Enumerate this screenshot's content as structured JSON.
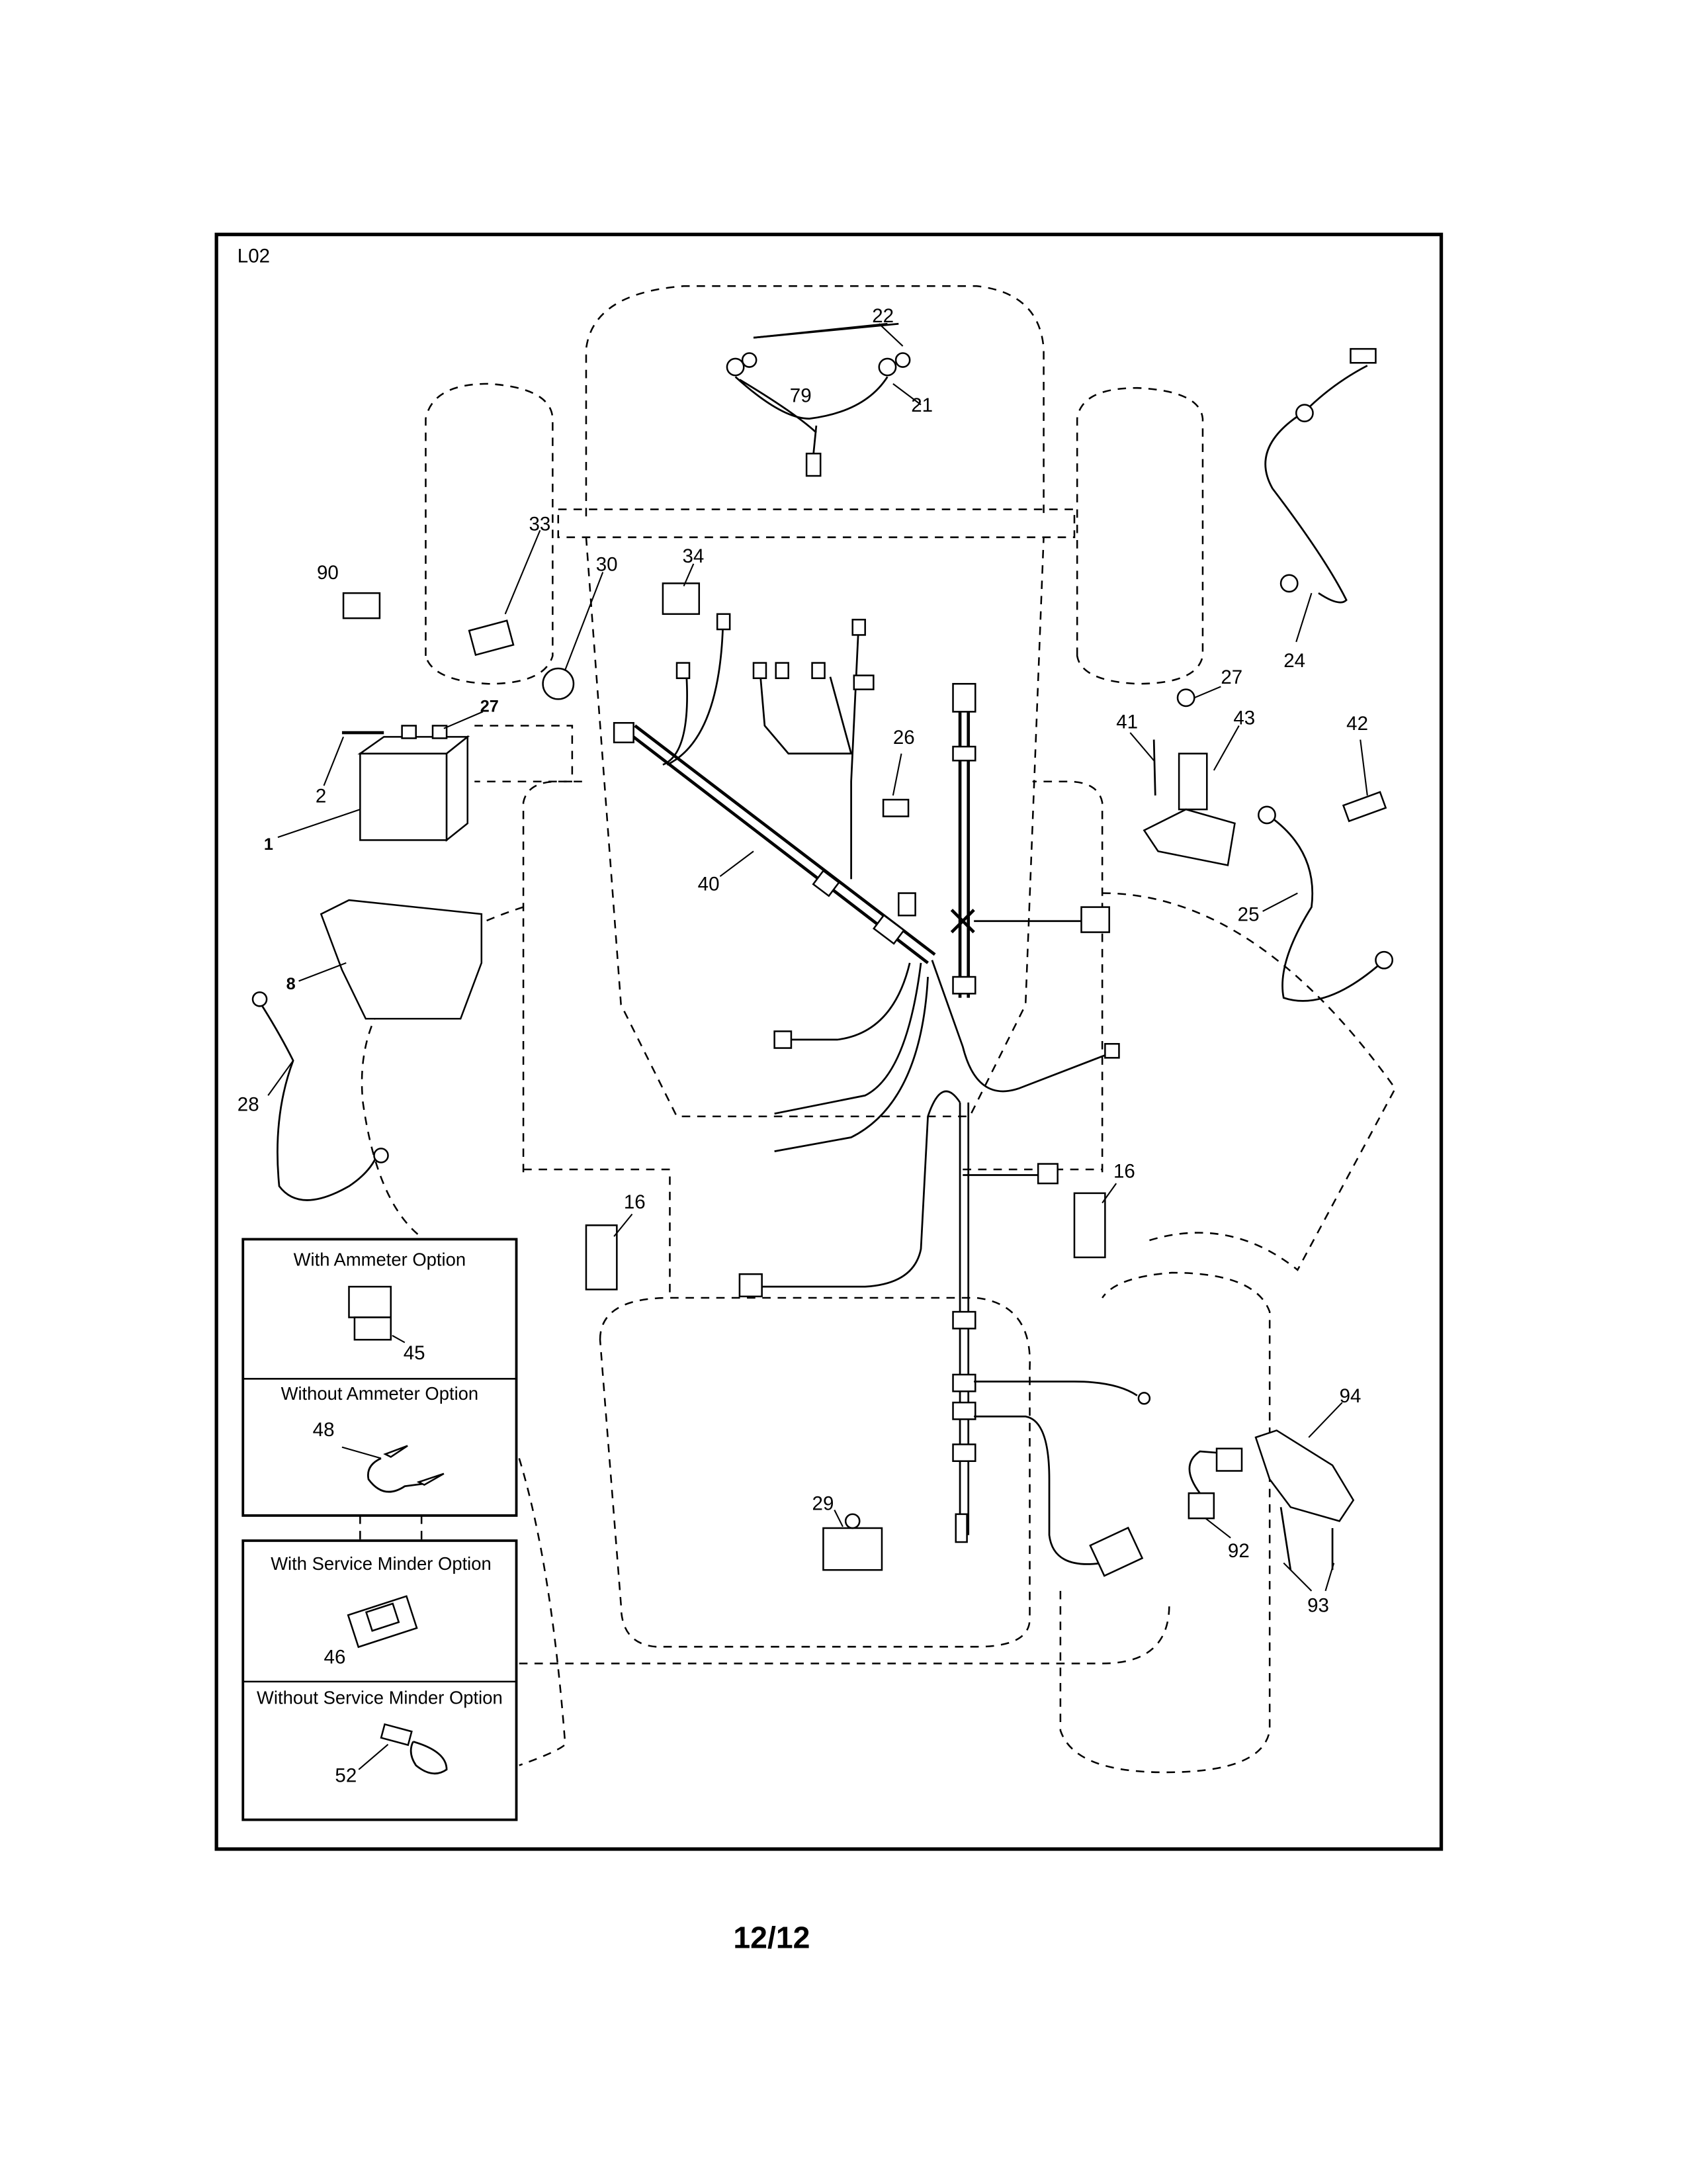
{
  "diagram": {
    "section_code": "L02",
    "page_number": "12/12",
    "callouts": {
      "c22": "22",
      "c79": "79",
      "c21": "21",
      "c33": "33",
      "c30": "30",
      "c34": "34",
      "c90": "90",
      "c27a": "27",
      "c2": "2",
      "c1": "1",
      "c26": "26",
      "c40": "40",
      "c8": "8",
      "c28": "28",
      "c16a": "16",
      "c16b": "16",
      "c24": "24",
      "c27b": "27",
      "c41": "41",
      "c43": "43",
      "c42": "42",
      "c25": "25",
      "c94": "94",
      "c92": "92",
      "c93": "93",
      "c29": "29"
    },
    "options": [
      {
        "title": "With Ammeter Option",
        "part": "45"
      },
      {
        "title": "Without Ammeter Option",
        "part": "48"
      },
      {
        "title": "With Service Minder Option",
        "part": "46"
      },
      {
        "title": "Without Service Minder Option",
        "part": "52"
      }
    ]
  }
}
